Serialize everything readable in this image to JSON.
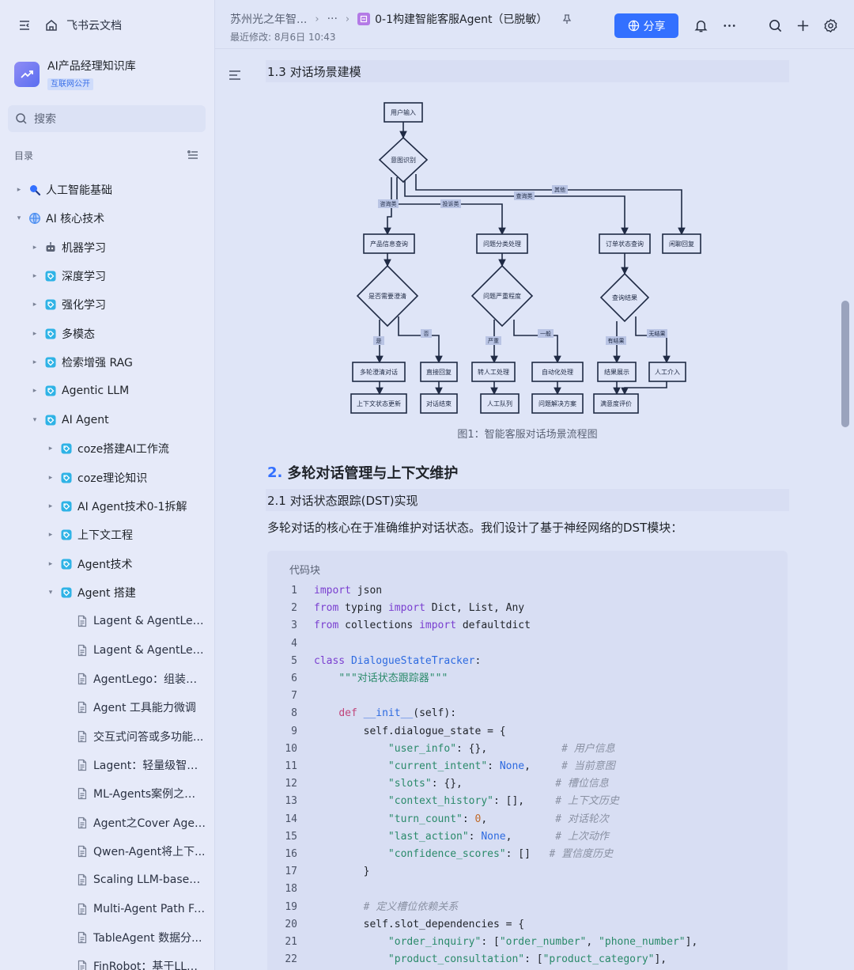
{
  "app": {
    "brand": "飞书云文档"
  },
  "knowledge_base": {
    "title": "AI产品经理知识库",
    "tag": "互联网公开"
  },
  "search": {
    "placeholder": "搜索"
  },
  "toc": {
    "label": "目录"
  },
  "tree": [
    {
      "label": "人工智能基础",
      "level": 0,
      "arrow": "right",
      "icon": "search-icon"
    },
    {
      "label": "AI 核心技术",
      "level": 0,
      "arrow": "down",
      "icon": "globe-icon"
    },
    {
      "label": "机器学习",
      "level": 1,
      "arrow": "right",
      "icon": "robot-icon"
    },
    {
      "label": "深度学习",
      "level": 1,
      "arrow": "right",
      "icon": "tag-icon"
    },
    {
      "label": "强化学习",
      "level": 1,
      "arrow": "right",
      "icon": "tag-icon"
    },
    {
      "label": "多模态",
      "level": 1,
      "arrow": "right",
      "icon": "tag-icon"
    },
    {
      "label": "检索增强 RAG",
      "level": 1,
      "arrow": "right",
      "icon": "tag-icon"
    },
    {
      "label": "Agentic LLM",
      "level": 1,
      "arrow": "right",
      "icon": "tag-icon"
    },
    {
      "label": "AI Agent",
      "level": 1,
      "arrow": "down",
      "icon": "tag-icon"
    },
    {
      "label": "coze搭建AI工作流",
      "level": 2,
      "arrow": "right",
      "icon": "tag-icon"
    },
    {
      "label": "coze理论知识",
      "level": 2,
      "arrow": "right",
      "icon": "tag-icon"
    },
    {
      "label": "AI Agent技术0-1拆解",
      "level": 2,
      "arrow": "right",
      "icon": "tag-icon"
    },
    {
      "label": "上下文工程",
      "level": 2,
      "arrow": "right",
      "icon": "tag-icon"
    },
    {
      "label": "Agent技术",
      "level": 2,
      "arrow": "right",
      "icon": "tag-icon"
    },
    {
      "label": "Agent 搭建",
      "level": 2,
      "arrow": "down",
      "icon": "tag-icon"
    },
    {
      "label": "Lagent & AgentLego...",
      "level": 3,
      "arrow": "",
      "icon": "doc-icon"
    },
    {
      "label": "Lagent & AgentLego",
      "level": 3,
      "arrow": "",
      "icon": "doc-icon"
    },
    {
      "label": "AgentLego：组装智...",
      "level": 3,
      "arrow": "",
      "icon": "doc-icon"
    },
    {
      "label": "Agent 工具能力微调",
      "level": 3,
      "arrow": "",
      "icon": "doc-icon"
    },
    {
      "label": "交互式问答或多功能...",
      "level": 3,
      "arrow": "",
      "icon": "doc-icon"
    },
    {
      "label": "Lagent：轻量级智能...",
      "level": 3,
      "arrow": "",
      "icon": "doc-icon"
    },
    {
      "label": "ML-Agents案例之双...",
      "level": 3,
      "arrow": "",
      "icon": "doc-icon"
    },
    {
      "label": "Agent之Cover Agent...",
      "level": 3,
      "arrow": "",
      "icon": "doc-icon"
    },
    {
      "label": "Qwen-Agent将上下...",
      "level": 3,
      "arrow": "",
      "icon": "doc-icon"
    },
    {
      "label": "Scaling LLM-based ...",
      "level": 3,
      "arrow": "",
      "icon": "doc-icon"
    },
    {
      "label": "Multi-Agent Path Fin...",
      "level": 3,
      "arrow": "",
      "icon": "doc-icon"
    },
    {
      "label": "TableAgent 数据分...",
      "level": 3,
      "arrow": "",
      "icon": "doc-icon"
    },
    {
      "label": "FinRobot：基于LLM...",
      "level": 3,
      "arrow": "",
      "icon": "doc-icon"
    }
  ],
  "header": {
    "crumb_parent": "苏州光之年智...",
    "crumb_more": "···",
    "doc_title": "0-1构建智能客服Agent（已脱敏）",
    "modified": "最近修改: 8月6日 10:43",
    "share_label": "分享"
  },
  "content": {
    "h3_1": "1.3 对话场景建模",
    "caption": "图1：智能客服对话场景流程图",
    "h2_num": "2.",
    "h2_title": "多轮对话管理与上下文维护",
    "h3_2": "2.1 对话状态跟踪(DST)实现",
    "para": "多轮对话的核心在于准确维护对话状态。我们设计了基于神经网络的DST模块：",
    "code_title": "代码块"
  },
  "flowchart": {
    "nodes": {
      "input": "用户输入",
      "intent": "意图识别",
      "product": "产品信息查询",
      "problem": "问题分类处理",
      "order": "订单状态查询",
      "chitchat": "闲聊回复",
      "clarify": "是否需要澄清",
      "severity": "问题严重程度",
      "found": "查询结果",
      "multi_turn": "多轮澄清对话",
      "direct": "直接回复",
      "transfer": "转人工处理",
      "auto": "自动化处理",
      "show": "结果展示",
      "manual": "人工介入",
      "ctx_update": "上下文状态更新",
      "end": "对话结束",
      "queue": "人工队列",
      "solution": "问题解决方案",
      "rating": "满意度评价"
    },
    "edges": {
      "product_q": "咨询类",
      "problem_q": "投诉类",
      "order_q": "查询类",
      "chitchat_q": "其他",
      "yes": "是",
      "no": "否",
      "severe": "严重",
      "normal": "一般",
      "has_result": "有结果",
      "no_result": "无结果"
    }
  },
  "code": [
    {
      "n": "1",
      "t": [
        [
          "kw",
          "import"
        ],
        [
          "p",
          " json"
        ]
      ]
    },
    {
      "n": "2",
      "t": [
        [
          "kw",
          "from"
        ],
        [
          "p",
          " typing "
        ],
        [
          "kw",
          "import"
        ],
        [
          "p",
          " Dict, List, Any"
        ]
      ]
    },
    {
      "n": "3",
      "t": [
        [
          "kw",
          "from"
        ],
        [
          "p",
          " collections "
        ],
        [
          "kw",
          "import"
        ],
        [
          "p",
          " defaultdict"
        ]
      ]
    },
    {
      "n": "4",
      "t": []
    },
    {
      "n": "5",
      "t": [
        [
          "kw",
          "class"
        ],
        [
          "p",
          " "
        ],
        [
          "fn",
          "DialogueStateTracker"
        ],
        [
          "p",
          ":"
        ]
      ]
    },
    {
      "n": "6",
      "t": [
        [
          "p",
          "    "
        ],
        [
          "str",
          "\"\"\"对话状态跟踪器\"\"\""
        ]
      ]
    },
    {
      "n": "7",
      "t": []
    },
    {
      "n": "8",
      "t": [
        [
          "p",
          "    "
        ],
        [
          "kw2",
          "def"
        ],
        [
          "p",
          " "
        ],
        [
          "fn",
          "__init__"
        ],
        [
          "p",
          "(self):"
        ]
      ]
    },
    {
      "n": "9",
      "t": [
        [
          "p",
          "        self.dialogue_state = {"
        ]
      ]
    },
    {
      "n": "10",
      "t": [
        [
          "p",
          "            "
        ],
        [
          "str",
          "\"user_info\""
        ],
        [
          "p",
          ": {},            "
        ],
        [
          "cm",
          "# 用户信息"
        ]
      ]
    },
    {
      "n": "11",
      "t": [
        [
          "p",
          "            "
        ],
        [
          "str",
          "\"current_intent\""
        ],
        [
          "p",
          ": "
        ],
        [
          "none",
          "None"
        ],
        [
          "p",
          ",     "
        ],
        [
          "cm",
          "# 当前意图"
        ]
      ]
    },
    {
      "n": "12",
      "t": [
        [
          "p",
          "            "
        ],
        [
          "str",
          "\"slots\""
        ],
        [
          "p",
          ": {},               "
        ],
        [
          "cm",
          "# 槽位信息"
        ]
      ]
    },
    {
      "n": "13",
      "t": [
        [
          "p",
          "            "
        ],
        [
          "str",
          "\"context_history\""
        ],
        [
          "p",
          ": [],     "
        ],
        [
          "cm",
          "# 上下文历史"
        ]
      ]
    },
    {
      "n": "14",
      "t": [
        [
          "p",
          "            "
        ],
        [
          "str",
          "\"turn_count\""
        ],
        [
          "p",
          ": "
        ],
        [
          "num-lit",
          "0"
        ],
        [
          "p",
          ",           "
        ],
        [
          "cm",
          "# 对话轮次"
        ]
      ]
    },
    {
      "n": "15",
      "t": [
        [
          "p",
          "            "
        ],
        [
          "str",
          "\"last_action\""
        ],
        [
          "p",
          ": "
        ],
        [
          "none",
          "None"
        ],
        [
          "p",
          ",       "
        ],
        [
          "cm",
          "# 上次动作"
        ]
      ]
    },
    {
      "n": "16",
      "t": [
        [
          "p",
          "            "
        ],
        [
          "str",
          "\"confidence_scores\""
        ],
        [
          "p",
          ": []   "
        ],
        [
          "cm",
          "# 置信度历史"
        ]
      ]
    },
    {
      "n": "17",
      "t": [
        [
          "p",
          "        }"
        ]
      ]
    },
    {
      "n": "18",
      "t": []
    },
    {
      "n": "19",
      "t": [
        [
          "p",
          "        "
        ],
        [
          "cm",
          "# 定义槽位依赖关系"
        ]
      ]
    },
    {
      "n": "20",
      "t": [
        [
          "p",
          "        self.slot_dependencies = {"
        ]
      ]
    },
    {
      "n": "21",
      "t": [
        [
          "p",
          "            "
        ],
        [
          "str",
          "\"order_inquiry\""
        ],
        [
          "p",
          ": ["
        ],
        [
          "str",
          "\"order_number\""
        ],
        [
          "p",
          ", "
        ],
        [
          "str",
          "\"phone_number\""
        ],
        [
          "p",
          "],"
        ]
      ]
    },
    {
      "n": "22",
      "t": [
        [
          "p",
          "            "
        ],
        [
          "str",
          "\"product_consultation\""
        ],
        [
          "p",
          ": ["
        ],
        [
          "str",
          "\"product_category\""
        ],
        [
          "p",
          "],"
        ]
      ]
    }
  ],
  "colors": {
    "accent": "#3370ff",
    "sidebar_bg": "#e6eaf9",
    "page_bg": "#dfe5f7"
  }
}
